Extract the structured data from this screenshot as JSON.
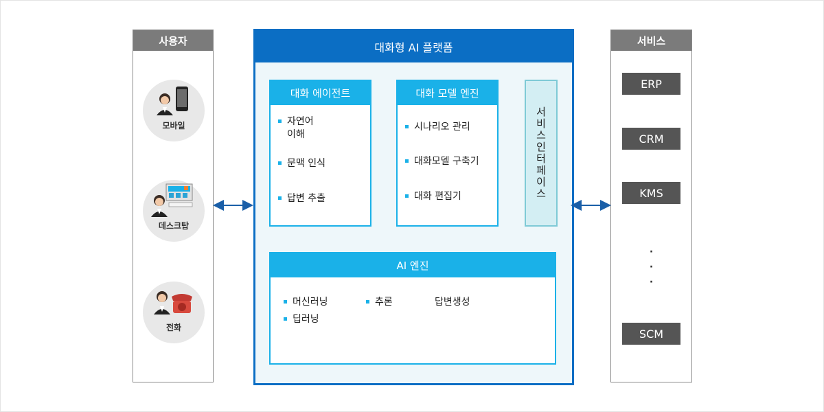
{
  "users": {
    "title": "사용자",
    "items": [
      {
        "label": "모바일",
        "icon": "mobile-user-icon"
      },
      {
        "label": "데스크탑",
        "icon": "desktop-user-icon"
      },
      {
        "label": "전화",
        "icon": "phone-user-icon"
      }
    ]
  },
  "platform": {
    "title": "대화형 AI 플랫폼",
    "dialog_agent": {
      "title": "대화 에이전트",
      "items": [
        "자연어\n이해",
        "문맥 인식",
        "답변 추출"
      ]
    },
    "dialog_model_engine": {
      "title": "대화 모델 엔진",
      "items": [
        "시나리오 관리",
        "대화모델 구축기",
        "대화 편집기"
      ]
    },
    "service_interface": {
      "title": "서비스인터페이스"
    },
    "ai_engine": {
      "title": "AI 엔진",
      "items": [
        "머신러닝",
        "추론",
        "답변생성",
        "딥러닝"
      ]
    }
  },
  "services": {
    "title": "서비스",
    "items": [
      "ERP",
      "CRM",
      "KMS",
      "SCM"
    ],
    "ellipsis": "·\n·\n·"
  },
  "colors": {
    "platform_blue": "#0b6ec4",
    "module_cyan": "#1ab1e8",
    "panel_gray": "#7b7b7b",
    "service_box": "#555555",
    "interface_fill": "#d3eef3"
  }
}
